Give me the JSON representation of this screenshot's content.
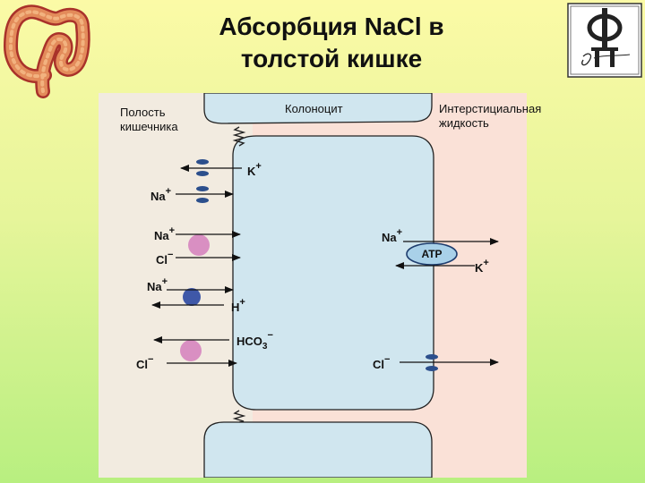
{
  "title": {
    "line1": "Абсорбция NaCl в",
    "line2": "толстой кишке"
  },
  "labels": {
    "lumen_line1": "Полость",
    "lumen_line2": "кишечника",
    "cell": "Колоноцит",
    "interstitial_line1": "Интерстициальная",
    "interstitial_line2": "жидкость"
  },
  "ions": {
    "k1": {
      "base": "K",
      "sup": "+"
    },
    "na1": {
      "base": "Na",
      "sup": "+"
    },
    "na2": {
      "base": "Na",
      "sup": "+"
    },
    "cl1": {
      "base": "Cl",
      "sup": "−"
    },
    "na3": {
      "base": "Na",
      "sup": "+"
    },
    "h1": {
      "base": "H",
      "sup": "+"
    },
    "hco3": {
      "base": "HCO",
      "sub": "3",
      "sup": "−"
    },
    "cl2": {
      "base": "Cl",
      "sup": "−"
    },
    "na_b": {
      "base": "Na",
      "sup": "+"
    },
    "k_b": {
      "base": "K",
      "sup": "+"
    },
    "cl_b": {
      "base": "Cl",
      "sup": "−"
    }
  },
  "pump": {
    "label": "ATP"
  },
  "colors": {
    "lumen": "#f2ebe0",
    "interstitial": "#fae1d7",
    "cell": "#d0e6ef",
    "membrane": "#222222",
    "channel": "#2c4f8c",
    "exchanger_pink": "#d98fc2",
    "exchanger_blue": "#3f58a8"
  }
}
